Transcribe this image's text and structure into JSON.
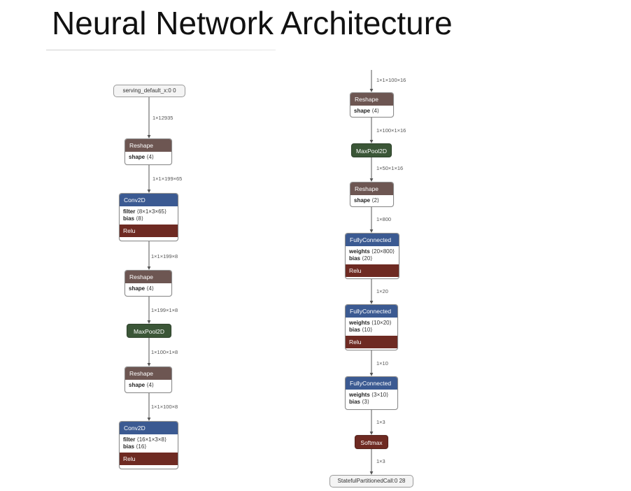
{
  "title": "Neural Network Architecture",
  "colors": {
    "reshape_header": "#6d5652",
    "conv_header": "#3b5a92",
    "relu_footer": "#6e2a22",
    "maxpool": "#3b5637",
    "softmax": "#6e2a22",
    "edge": "#555555"
  },
  "left_column": {
    "input": "serving_default_x:0 0",
    "nodes": [
      {
        "id": "reshape-1",
        "label": "Reshape",
        "attrs": [
          {
            "key": "shape",
            "val": "⟨4⟩"
          }
        ]
      },
      {
        "id": "conv2d-1",
        "label": "Conv2D",
        "attrs": [
          {
            "key": "filter",
            "val": "⟨8×1×3×65⟩"
          },
          {
            "key": "bias",
            "val": "⟨8⟩"
          }
        ],
        "activation": "Relu"
      },
      {
        "id": "reshape-2",
        "label": "Reshape",
        "attrs": [
          {
            "key": "shape",
            "val": "⟨4⟩"
          }
        ]
      },
      {
        "id": "maxpool-1",
        "label": "MaxPool2D"
      },
      {
        "id": "reshape-3",
        "label": "Reshape",
        "attrs": [
          {
            "key": "shape",
            "val": "⟨4⟩"
          }
        ]
      },
      {
        "id": "conv2d-2",
        "label": "Conv2D",
        "attrs": [
          {
            "key": "filter",
            "val": "⟨16×1×3×8⟩"
          },
          {
            "key": "bias",
            "val": "⟨16⟩"
          }
        ],
        "activation": "Relu"
      }
    ],
    "edges": [
      "1×12935",
      "1×1×199×65",
      "1×1×199×8",
      "1×199×1×8",
      "1×100×1×8",
      "1×1×100×8"
    ]
  },
  "right_column": {
    "output": "StatefulPartitionedCall:0 28",
    "nodes": [
      {
        "id": "reshape-4",
        "label": "Reshape",
        "attrs": [
          {
            "key": "shape",
            "val": "⟨4⟩"
          }
        ]
      },
      {
        "id": "maxpool-2",
        "label": "MaxPool2D"
      },
      {
        "id": "reshape-5",
        "label": "Reshape",
        "attrs": [
          {
            "key": "shape",
            "val": "⟨2⟩"
          }
        ]
      },
      {
        "id": "fc-1",
        "label": "FullyConnected",
        "attrs": [
          {
            "key": "weights",
            "val": "⟨20×800⟩"
          },
          {
            "key": "bias",
            "val": "⟨20⟩"
          }
        ],
        "activation": "Relu"
      },
      {
        "id": "fc-2",
        "label": "FullyConnected",
        "attrs": [
          {
            "key": "weights",
            "val": "⟨10×20⟩"
          },
          {
            "key": "bias",
            "val": "⟨10⟩"
          }
        ],
        "activation": "Relu"
      },
      {
        "id": "fc-3",
        "label": "FullyConnected",
        "attrs": [
          {
            "key": "weights",
            "val": "⟨3×10⟩"
          },
          {
            "key": "bias",
            "val": "⟨3⟩"
          }
        ]
      },
      {
        "id": "softmax-1",
        "label": "Softmax"
      }
    ],
    "edges": [
      "1×1×100×16",
      "1×100×1×16",
      "1×50×1×16",
      "1×800",
      "1×20",
      "1×10",
      "1×3",
      "1×3"
    ]
  }
}
